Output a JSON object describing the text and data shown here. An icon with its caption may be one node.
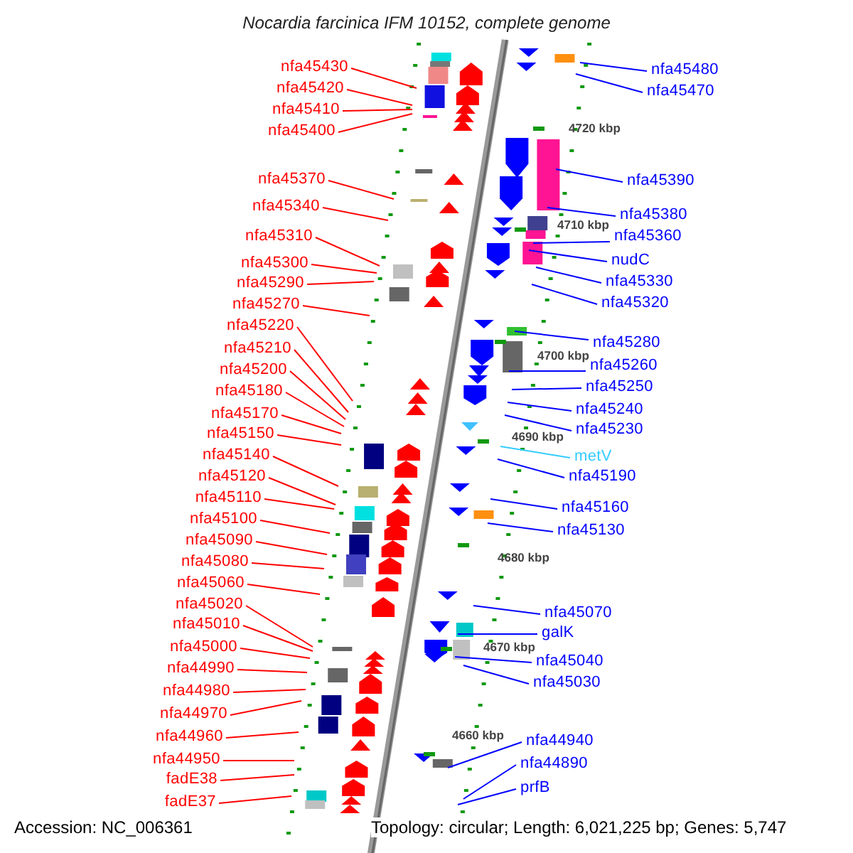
{
  "diagram": {
    "title": "Nocardia farcinica IFM 10152, complete genome",
    "nodes": [
      {
        "text": [
          "nfa45430"
        ]
      },
      {
        "text": [
          "nfa45420"
        ]
      },
      {
        "text": [
          "nfa45410"
        ]
      },
      {
        "text": [
          "nfa45400"
        ]
      },
      {
        "text": [
          "nfa45370"
        ]
      },
      {
        "text": [
          "nfa45340"
        ]
      },
      {
        "text": [
          "nfa45310"
        ]
      },
      {
        "text": [
          "nfa45300"
        ]
      },
      {
        "text": [
          "nfa45290"
        ]
      },
      {
        "text": [
          "nfa45270"
        ]
      },
      {
        "text": [
          "nfa45220"
        ]
      },
      {
        "text": [
          "nfa45210"
        ]
      },
      {
        "text": [
          "nfa45200"
        ]
      },
      {
        "text": [
          "nfa45180"
        ]
      },
      {
        "text": [
          "nfa45170"
        ]
      },
      {
        "text": [
          "nfa45150"
        ]
      },
      {
        "text": [
          "nfa45140"
        ]
      },
      {
        "text": [
          "nfa45120"
        ]
      },
      {
        "text": [
          "nfa45110"
        ]
      },
      {
        "text": [
          "nfa45100"
        ]
      },
      {
        "text": [
          "nfa45090"
        ]
      },
      {
        "text": [
          "nfa45080"
        ]
      },
      {
        "text": [
          "nfa45060"
        ]
      },
      {
        "text": [
          "nfa45020"
        ]
      },
      {
        "text": [
          "nfa45010"
        ]
      },
      {
        "text": [
          "nfa45000"
        ]
      },
      {
        "text": [
          "nfa44990"
        ]
      },
      {
        "text": [
          "nfa44980"
        ]
      },
      {
        "text": [
          "nfa44970"
        ]
      },
      {
        "text": [
          "nfa44960"
        ]
      },
      {
        "text": [
          "nfa44950"
        ]
      },
      {
        "text": [
          "fadE38"
        ]
      },
      {
        "text": [
          "fadE37"
        ]
      },
      {
        "text": [
          "nfa45480"
        ]
      },
      {
        "text": [
          "nfa45470"
        ]
      },
      {
        "text": [
          "nfa45390"
        ]
      },
      {
        "text": [
          "nfa45380"
        ]
      },
      {
        "text": [
          "nfa45360"
        ]
      },
      {
        "text": [
          "nudC"
        ]
      },
      {
        "text": [
          "nfa45330"
        ]
      },
      {
        "text": [
          "nfa45320"
        ]
      },
      {
        "text": [
          "nfa45280"
        ]
      },
      {
        "text": [
          "nfa45260"
        ]
      },
      {
        "text": [
          "nfa45250"
        ]
      },
      {
        "text": [
          "nfa45240"
        ]
      },
      {
        "text": [
          "nfa45230"
        ]
      },
      {
        "text": [
          "metV"
        ]
      },
      {
        "text": [
          "nfa45190"
        ]
      },
      {
        "text": [
          "nfa45160"
        ]
      },
      {
        "text": [
          "nfa45130"
        ]
      },
      {
        "text": [
          "nfa45070"
        ]
      },
      {
        "text": [
          "galK"
        ]
      },
      {
        "text": [
          "nfa45040"
        ]
      },
      {
        "text": [
          "nfa45030"
        ]
      },
      {
        "text": [
          "nfa44940"
        ]
      },
      {
        "text": [
          "nfa44890"
        ]
      },
      {
        "text": [
          "prfB"
        ]
      }
    ],
    "edges": [
      {
        "from": 0,
        "to": null,
        "arrow": "none"
      },
      {
        "from": 1,
        "to": null,
        "arrow": "none"
      },
      {
        "from": 2,
        "to": null,
        "arrow": "none"
      },
      {
        "from": 3,
        "to": null,
        "arrow": "none"
      },
      {
        "from": 4,
        "to": null,
        "arrow": "none"
      },
      {
        "from": 5,
        "to": null,
        "arrow": "none"
      },
      {
        "from": 6,
        "to": null,
        "arrow": "none"
      },
      {
        "from": 7,
        "to": null,
        "arrow": "none"
      },
      {
        "from": 8,
        "to": null,
        "arrow": "none"
      },
      {
        "from": 9,
        "to": null,
        "arrow": "none"
      },
      {
        "from": 10,
        "to": null,
        "arrow": "none"
      },
      {
        "from": 11,
        "to": null,
        "arrow": "none"
      },
      {
        "from": 12,
        "to": null,
        "arrow": "none"
      },
      {
        "from": 13,
        "to": null,
        "arrow": "none"
      },
      {
        "from": 14,
        "to": null,
        "arrow": "none"
      },
      {
        "from": 15,
        "to": null,
        "arrow": "none"
      },
      {
        "from": 16,
        "to": null,
        "arrow": "none"
      },
      {
        "from": 17,
        "to": null,
        "arrow": "none"
      },
      {
        "from": 18,
        "to": null,
        "arrow": "none"
      },
      {
        "from": 19,
        "to": null,
        "arrow": "none"
      },
      {
        "from": 20,
        "to": null,
        "arrow": "none"
      },
      {
        "from": 21,
        "to": null,
        "arrow": "none"
      },
      {
        "from": 22,
        "to": null,
        "arrow": "none"
      },
      {
        "from": 23,
        "to": null,
        "arrow": "none"
      },
      {
        "from": 24,
        "to": null,
        "arrow": "none"
      },
      {
        "from": 25,
        "to": null,
        "arrow": "none"
      },
      {
        "from": 26,
        "to": null,
        "arrow": "none"
      },
      {
        "from": 27,
        "to": null,
        "arrow": "none"
      },
      {
        "from": 28,
        "to": null,
        "arrow": "none"
      },
      {
        "from": 29,
        "to": null,
        "arrow": "none"
      },
      {
        "from": 30,
        "to": null,
        "arrow": "none"
      },
      {
        "from": 31,
        "to": null,
        "arrow": "none"
      },
      {
        "from": 32,
        "to": null,
        "arrow": "none"
      },
      {
        "from": 33,
        "to": null,
        "arrow": "none",
        "color": "#0000ff"
      },
      {
        "from": 34,
        "to": null,
        "arrow": "none",
        "color": "#0000ff"
      },
      {
        "from": 35,
        "to": null,
        "arrow": "none",
        "color": "#0000ff"
      },
      {
        "from": 36,
        "to": null,
        "arrow": "none",
        "color": "#0000ff"
      },
      {
        "from": 37,
        "to": null,
        "arrow": "none",
        "color": "#0000ff"
      },
      {
        "from": 38,
        "to": null,
        "arrow": "none",
        "color": "#0000ff"
      },
      {
        "from": 39,
        "to": null,
        "arrow": "none",
        "color": "#0000ff"
      },
      {
        "from": 40,
        "to": null,
        "arrow": "none",
        "color": "#0000ff"
      },
      {
        "from": 41,
        "to": null,
        "arrow": "none",
        "color": "#0000ff"
      },
      {
        "from": 42,
        "to": null,
        "arrow": "none",
        "color": "#0000ff"
      },
      {
        "from": 43,
        "to": null,
        "arrow": "none",
        "color": "#0000ff"
      },
      {
        "from": 44,
        "to": null,
        "arrow": "none",
        "color": "#0000ff"
      },
      {
        "from": 45,
        "to": null,
        "arrow": "none",
        "color": "#0000ff"
      },
      {
        "from": 46,
        "to": null,
        "arrow": "none",
        "color": "#33ccff"
      },
      {
        "from": 47,
        "to": null,
        "arrow": "none",
        "color": "#0000ff"
      },
      {
        "from": 48,
        "to": null,
        "arrow": "none",
        "color": "#0000ff"
      },
      {
        "from": 49,
        "to": null,
        "arrow": "none",
        "color": "#0000ff"
      },
      {
        "from": 50,
        "to": null,
        "arrow": "none",
        "color": "#0000ff"
      },
      {
        "from": 51,
        "to": null,
        "arrow": "none",
        "color": "#0000ff"
      },
      {
        "from": 52,
        "to": null,
        "arrow": "none",
        "color": "#0000ff"
      },
      {
        "from": 53,
        "to": null,
        "arrow": "none",
        "color": "#0000ff"
      },
      {
        "from": 54,
        "to": null,
        "arrow": "none",
        "color": "#0000ff"
      },
      {
        "from": 55,
        "to": null,
        "arrow": "none",
        "color": "#0000ff"
      },
      {
        "from": 56,
        "to": null,
        "arrow": "none",
        "color": "#0000ff"
      }
    ],
    "labels": [
      "4720 kbp",
      "4710 kbp",
      "4700 kbp",
      "4690 kbp",
      "4680 kbp",
      "4670 kbp",
      "4660 kbp",
      "Accession: NC_006361",
      "Topology: circular; Length: 6,021,225 bp; Genes: 5,747"
    ]
  }
}
